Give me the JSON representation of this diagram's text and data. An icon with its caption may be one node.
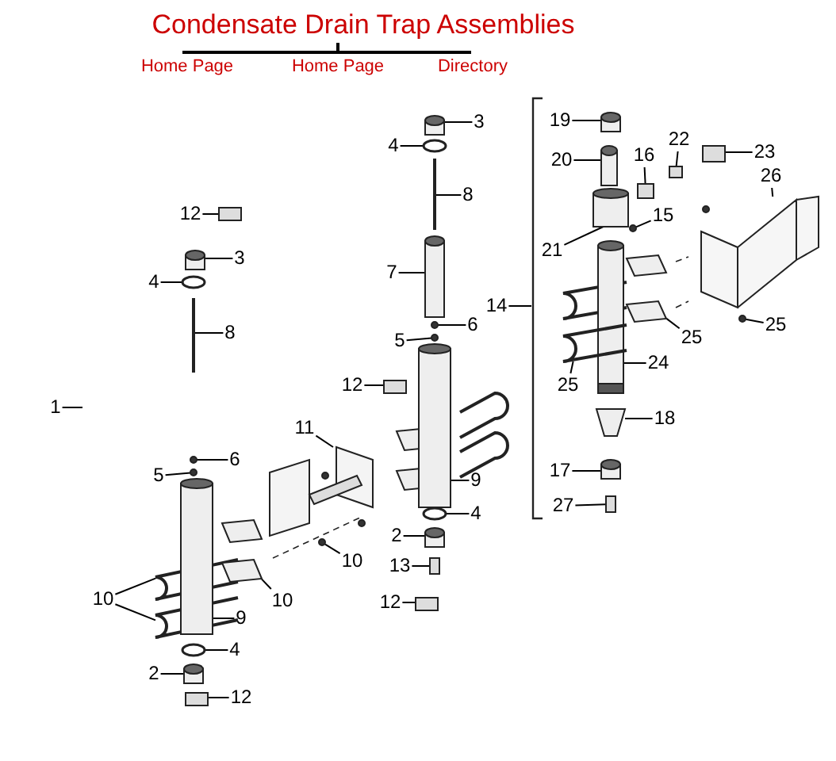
{
  "diagram": {
    "title": "Condensate Drain Trap Assemblies",
    "nodes": [
      {
        "text": [
          "12"
        ]
      },
      {
        "text": [
          "3"
        ]
      },
      {
        "text": [
          "4"
        ]
      },
      {
        "text": [
          "8"
        ]
      },
      {
        "text": [
          "1"
        ]
      },
      {
        "text": [
          "6"
        ]
      },
      {
        "text": [
          "5"
        ]
      },
      {
        "text": [
          "11"
        ]
      },
      {
        "text": [
          "10"
        ]
      },
      {
        "text": [
          "10"
        ]
      },
      {
        "text": [
          "10"
        ]
      },
      {
        "text": [
          "9"
        ]
      },
      {
        "text": [
          "4"
        ]
      },
      {
        "text": [
          "2"
        ]
      },
      {
        "text": [
          "12"
        ]
      },
      {
        "text": [
          "3"
        ]
      },
      {
        "text": [
          "4"
        ]
      },
      {
        "text": [
          "8"
        ]
      },
      {
        "text": [
          "7"
        ]
      },
      {
        "text": [
          "6"
        ]
      },
      {
        "text": [
          "5"
        ]
      },
      {
        "text": [
          "12"
        ]
      },
      {
        "text": [
          "9"
        ]
      },
      {
        "text": [
          "4"
        ]
      },
      {
        "text": [
          "2"
        ]
      },
      {
        "text": [
          "13"
        ]
      },
      {
        "text": [
          "12"
        ]
      },
      {
        "text": [
          "14"
        ]
      },
      {
        "text": [
          "19"
        ]
      },
      {
        "text": [
          "20"
        ]
      },
      {
        "text": [
          "16"
        ]
      },
      {
        "text": [
          "22"
        ]
      },
      {
        "text": [
          "23"
        ]
      },
      {
        "text": [
          "26"
        ]
      },
      {
        "text": [
          "15"
        ]
      },
      {
        "text": [
          "21"
        ]
      },
      {
        "text": [
          "25"
        ]
      },
      {
        "text": [
          "25"
        ]
      },
      {
        "text": [
          "24"
        ]
      },
      {
        "text": [
          "25"
        ]
      },
      {
        "text": [
          "18"
        ]
      },
      {
        "text": [
          "17"
        ]
      },
      {
        "text": [
          "27"
        ]
      },
      {
        "text": [],
        "shape": "box"
      },
      {
        "text": [],
        "shape": "cylinder"
      },
      {
        "text": [],
        "shape": "circle"
      },
      {
        "text": [],
        "shape": "bar"
      },
      {
        "text": [],
        "shape": "circle"
      },
      {
        "text": [],
        "shape": "circle"
      },
      {
        "text": [],
        "shape": "picture"
      },
      {
        "text": [],
        "shape": "picture"
      },
      {
        "text": [],
        "shape": "picture"
      },
      {
        "text": [],
        "shape": "picture"
      },
      {
        "text": [],
        "shape": "circle"
      },
      {
        "text": [],
        "shape": "cylinder"
      },
      {
        "text": [],
        "shape": "circle"
      },
      {
        "text": [],
        "shape": "cylinder"
      },
      {
        "text": [],
        "shape": "box"
      },
      {
        "text": [],
        "shape": "cylinder"
      },
      {
        "text": [],
        "shape": "circle"
      },
      {
        "text": [],
        "shape": "bar"
      },
      {
        "text": [],
        "shape": "cylinder"
      },
      {
        "text": [],
        "shape": "circle"
      },
      {
        "text": [],
        "shape": "circle"
      },
      {
        "text": [],
        "shape": "box"
      },
      {
        "text": [],
        "shape": "cylinder"
      },
      {
        "text": [],
        "shape": "circle"
      },
      {
        "text": [],
        "shape": "cylinder"
      },
      {
        "text": [],
        "shape": "box"
      },
      {
        "text": [],
        "shape": "box"
      },
      {
        "text": [],
        "shape": "cylinder"
      },
      {
        "text": [],
        "shape": "cylinder"
      },
      {
        "text": [],
        "shape": "box"
      },
      {
        "text": [],
        "shape": "box"
      },
      {
        "text": [],
        "shape": "box"
      },
      {
        "text": [],
        "shape": "picture"
      },
      {
        "text": [],
        "shape": "circle"
      },
      {
        "text": [],
        "shape": "cylinder"
      },
      {
        "text": [],
        "shape": "circle"
      },
      {
        "text": [],
        "shape": "picture"
      },
      {
        "text": [],
        "shape": "picture"
      },
      {
        "text": [],
        "shape": "picture"
      },
      {
        "text": [],
        "shape": "picture"
      },
      {
        "text": [],
        "shape": "cylinder"
      },
      {
        "text": [],
        "shape": "box"
      }
    ],
    "edges": [
      {
        "from": 0,
        "to": 43,
        "arrow": "none"
      },
      {
        "from": 1,
        "to": 44,
        "arrow": "none"
      },
      {
        "from": 2,
        "to": 45,
        "arrow": "none"
      },
      {
        "from": 3,
        "to": 46,
        "arrow": "none"
      },
      {
        "from": 4,
        "to": null,
        "arrow": "none"
      },
      {
        "from": 5,
        "to": 47,
        "arrow": "none"
      },
      {
        "from": 6,
        "to": 48,
        "arrow": "none"
      },
      {
        "from": 7,
        "to": 49,
        "arrow": "none"
      },
      {
        "from": 8,
        "to": 50,
        "arrow": "none"
      },
      {
        "from": 8,
        "to": 51,
        "arrow": "none"
      },
      {
        "from": 9,
        "to": 52,
        "arrow": "none"
      },
      {
        "from": 10,
        "to": 53,
        "arrow": "none"
      },
      {
        "from": 11,
        "to": 54,
        "arrow": "none"
      },
      {
        "from": 12,
        "to": 55,
        "arrow": "none"
      },
      {
        "from": 13,
        "to": 56,
        "arrow": "none"
      },
      {
        "from": 14,
        "to": 57,
        "arrow": "none"
      },
      {
        "from": 15,
        "to": 58,
        "arrow": "none"
      },
      {
        "from": 16,
        "to": 59,
        "arrow": "none"
      },
      {
        "from": 17,
        "to": 60,
        "arrow": "none"
      },
      {
        "from": 18,
        "to": 61,
        "arrow": "none"
      },
      {
        "from": 19,
        "to": 62,
        "arrow": "none"
      },
      {
        "from": 20,
        "to": 63,
        "arrow": "none"
      },
      {
        "from": 21,
        "to": 64,
        "arrow": "none"
      },
      {
        "from": 22,
        "to": 65,
        "arrow": "none"
      },
      {
        "from": 23,
        "to": 66,
        "arrow": "none"
      },
      {
        "from": 24,
        "to": 67,
        "arrow": "none"
      },
      {
        "from": 25,
        "to": 68,
        "arrow": "none"
      },
      {
        "from": 26,
        "to": 69,
        "arrow": "none"
      },
      {
        "from": 27,
        "to": null,
        "arrow": "none"
      },
      {
        "from": 28,
        "to": 70,
        "arrow": "none"
      },
      {
        "from": 29,
        "to": 71,
        "arrow": "none"
      },
      {
        "from": 30,
        "to": 72,
        "arrow": "none"
      },
      {
        "from": 31,
        "to": 73,
        "arrow": "none"
      },
      {
        "from": 32,
        "to": 74,
        "arrow": "none"
      },
      {
        "from": 33,
        "to": 75,
        "arrow": "none"
      },
      {
        "from": 34,
        "to": 76,
        "arrow": "none"
      },
      {
        "from": 35,
        "to": 77,
        "arrow": "none"
      },
      {
        "from": 36,
        "to": 78,
        "arrow": "none"
      },
      {
        "from": 37,
        "to": 79,
        "arrow": "none"
      },
      {
        "from": 38,
        "to": 80,
        "arrow": "none"
      },
      {
        "from": 39,
        "to": 81,
        "arrow": "none"
      },
      {
        "from": 40,
        "to": 82,
        "arrow": "none"
      },
      {
        "from": 41,
        "to": 83,
        "arrow": "none"
      },
      {
        "from": 42,
        "to": 84,
        "arrow": "none"
      }
    ],
    "labels": [
      "Home Page",
      "Home Page",
      "Directory"
    ]
  }
}
